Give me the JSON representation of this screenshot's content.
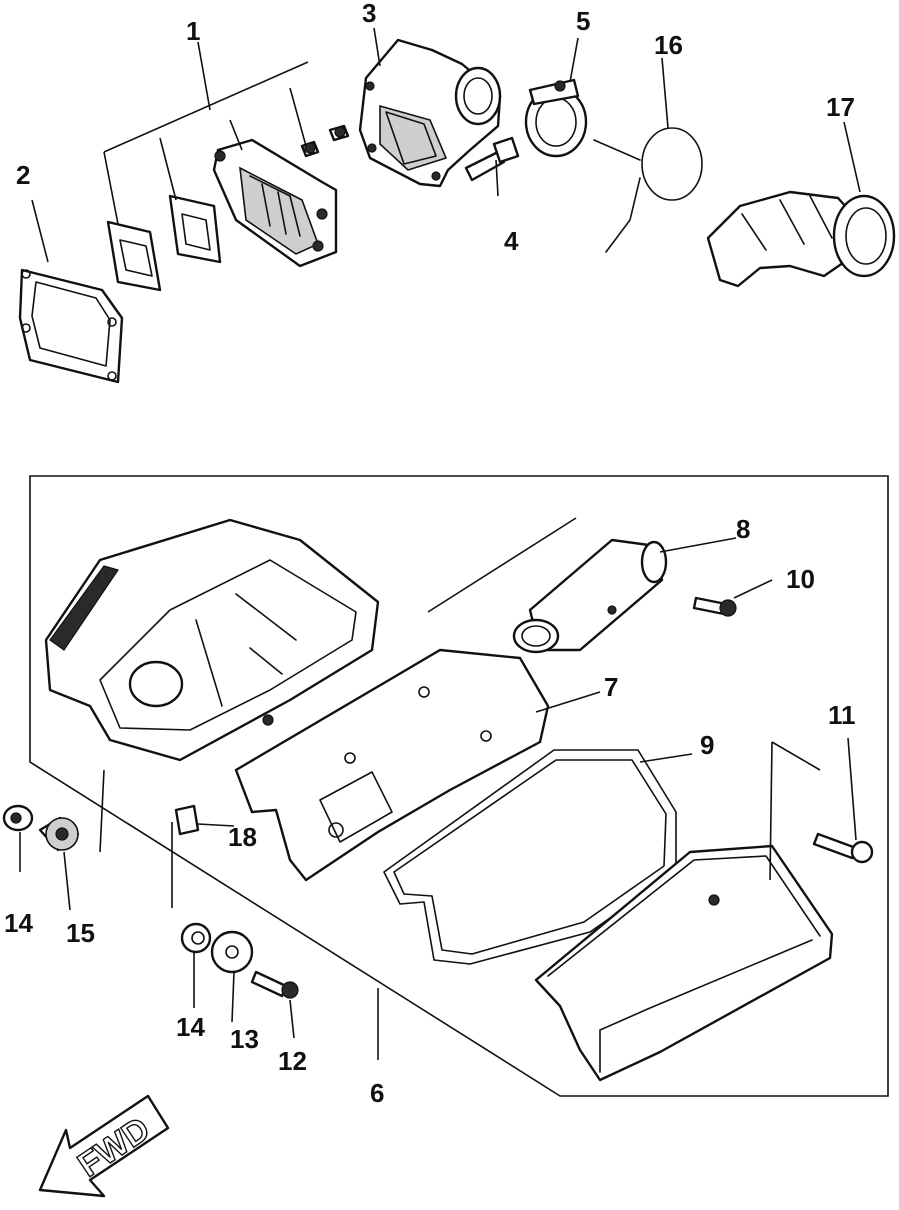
{
  "callouts": {
    "c1": "1",
    "c2": "2",
    "c3": "3",
    "c4": "4",
    "c5": "5",
    "c6": "6",
    "c7": "7",
    "c8": "8",
    "c9": "9",
    "c10": "10",
    "c11": "11",
    "c12": "12",
    "c13": "13",
    "c14a": "14",
    "c14b": "14",
    "c15": "15",
    "c16": "16",
    "c17": "17",
    "c18": "18"
  },
  "direction_arrow": {
    "label": "FWD",
    "icon": "arrow-icon"
  },
  "colors": {
    "ink": "#111111",
    "paper": "#ffffff",
    "shade": "#cfcfcf"
  }
}
